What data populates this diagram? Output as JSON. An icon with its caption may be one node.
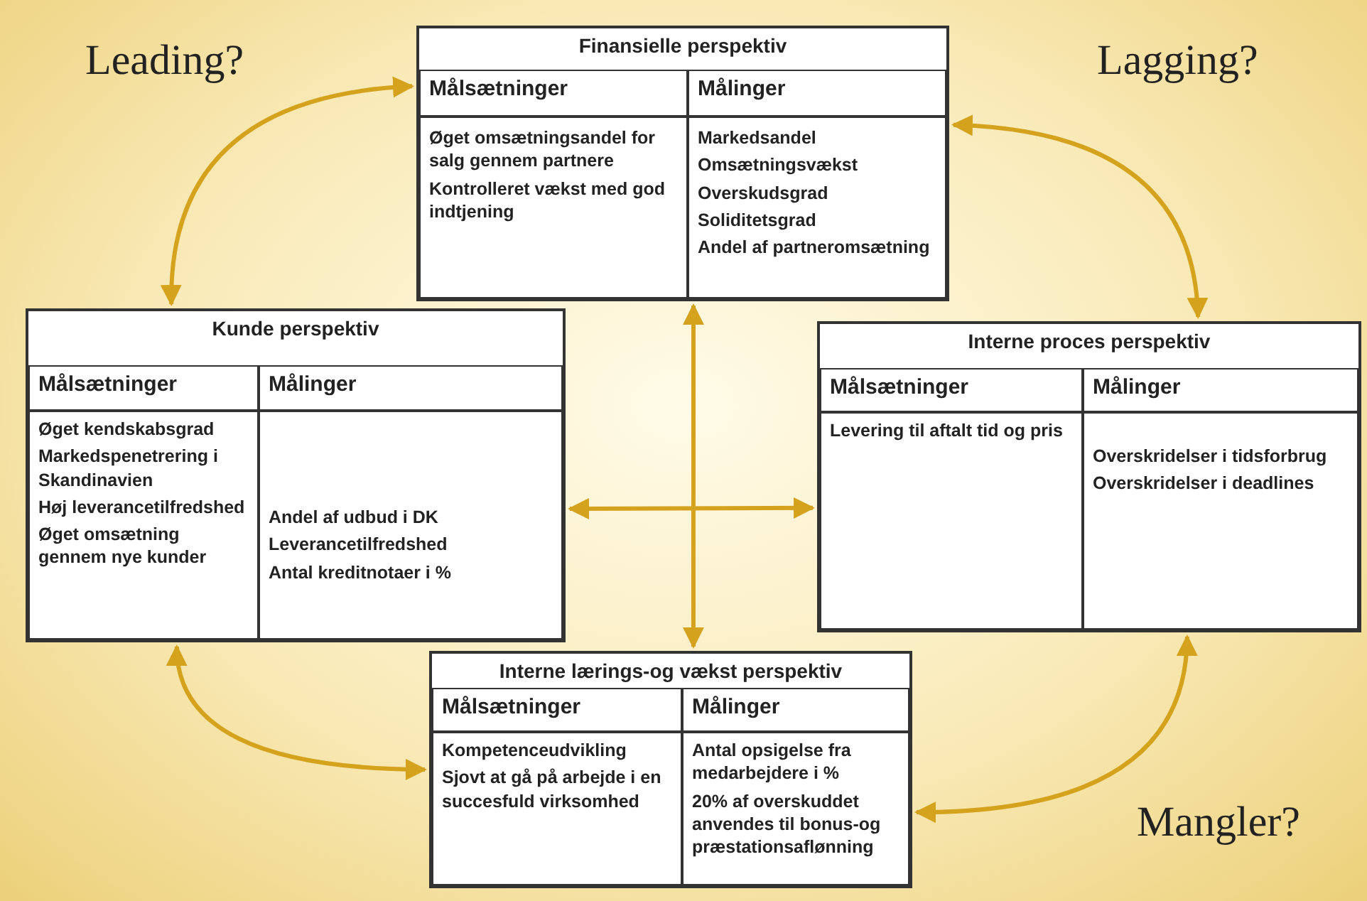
{
  "diagram": {
    "nodes": [
      {
        "text": [
          "Finansielle perspektiv"
        ]
      },
      {
        "text": [
          "Målsætninger"
        ],
        "in": 0
      },
      {
        "text": [
          "Målinger"
        ],
        "in": 0
      },
      {
        "text": [
          "Øget omsætningsandel for salg gennem partnere",
          "Kontrolleret vækst med god indtjening"
        ],
        "in": 0
      },
      {
        "text": [
          "Markedsandel",
          "Omsætningsvækst",
          "Overskudsgrad",
          "Soliditetsgrad",
          "Andel af partneromsætning"
        ],
        "in": 0
      },
      {
        "text": [
          "Kunde perspektiv"
        ]
      },
      {
        "text": [
          "Målsætninger"
        ],
        "in": 5
      },
      {
        "text": [
          "Målinger"
        ],
        "in": 5
      },
      {
        "text": [
          "Øget kendskabsgrad",
          "Markedspenetrering i Skandinavien",
          "Høj leverancetilfredshed",
          "Øget omsætning gennem nye kunder"
        ],
        "in": 5
      },
      {
        "text": [
          "Andel af udbud i DK",
          "Leverancetilfredshed",
          "Antal kreditnotaer i %"
        ],
        "in": 5
      },
      {
        "text": [
          "Interne proces perspektiv"
        ]
      },
      {
        "text": [
          "Målsætninger"
        ],
        "in": 10
      },
      {
        "text": [
          "Målinger"
        ],
        "in": 10
      },
      {
        "text": [
          "Levering til aftalt tid og pris"
        ],
        "in": 10
      },
      {
        "text": [
          "Overskridelser i tidsforbrug",
          "Overskridelser i deadlines"
        ],
        "in": 10
      },
      {
        "text": [
          "Interne lærings-og vækst perspektiv"
        ]
      },
      {
        "text": [
          "Målsætninger"
        ],
        "in": 15
      },
      {
        "text": [
          "Målinger"
        ],
        "in": 15
      },
      {
        "text": [
          "Kompetenceudvikling",
          "Sjovt at gå på arbejde i en succesfuld virksomhed"
        ],
        "in": 15
      },
      {
        "text": [
          "Antal opsigelse fra medarbejdere i %",
          "20% af overskuddet anvendes til bonus-og præstationsaflønning"
        ],
        "in": 15
      }
    ],
    "edges": [
      {
        "from": 5,
        "to": 0,
        "arrow": "both"
      },
      {
        "from": 0,
        "to": 10,
        "arrow": "both"
      },
      {
        "from": 10,
        "to": 15,
        "arrow": "both"
      },
      {
        "from": 15,
        "to": 5,
        "arrow": "both"
      },
      {
        "from": 0,
        "to": 15,
        "arrow": "both"
      },
      {
        "from": 5,
        "to": 10,
        "arrow": "both"
      }
    ],
    "labels": [
      "Leading?",
      "Lagging?",
      "Mangler?"
    ]
  }
}
